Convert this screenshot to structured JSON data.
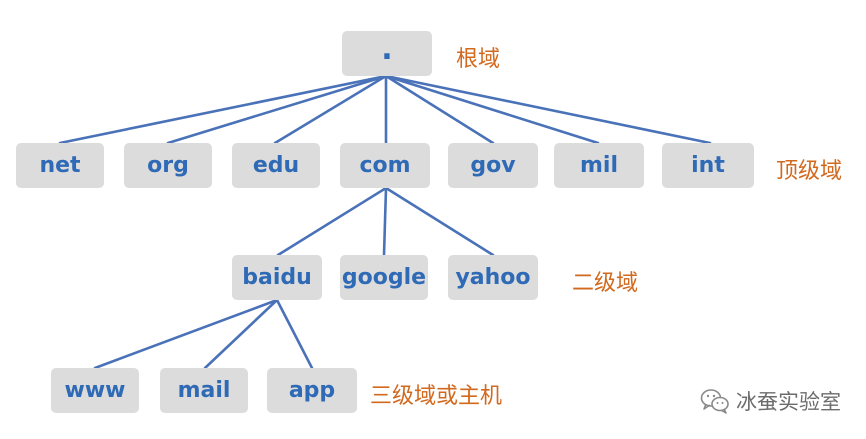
{
  "diagram": {
    "root": {
      "label": "."
    },
    "top_level": [
      "net",
      "org",
      "edu",
      "com",
      "gov",
      "mil",
      "int"
    ],
    "second_level": [
      "baidu",
      "google",
      "yahoo"
    ],
    "third_level": [
      "www",
      "mail",
      "app"
    ],
    "level_labels": {
      "root": "根域",
      "top": "顶级域",
      "second": "二级域",
      "third": "三级域或主机"
    },
    "watermark": {
      "text": "冰蚕实验室",
      "icon": "wechat-icon"
    },
    "colors": {
      "node_fill": "#dcdcdc",
      "node_text": "#2f6ab6",
      "edge": "#4a72b8",
      "label_text": "#d2691e",
      "watermark_text": "#6c6c6c"
    }
  }
}
